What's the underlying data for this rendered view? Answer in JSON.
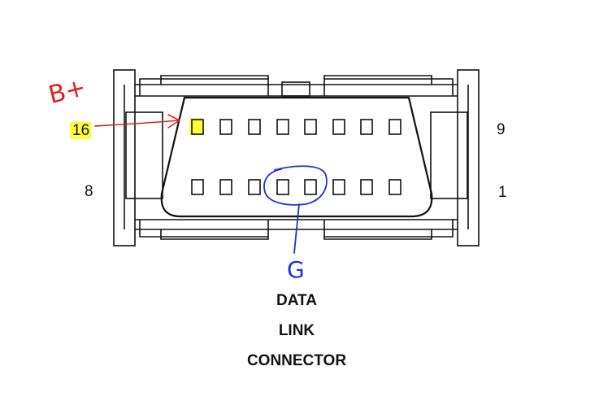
{
  "pin_labels": {
    "top_left": "16",
    "top_right": "9",
    "bottom_left": "8",
    "bottom_right": "1"
  },
  "title_lines": [
    "DATA",
    "LINK",
    "CONNECTOR"
  ],
  "annotations": {
    "b_plus": "B+",
    "ground": "G"
  },
  "colors": {
    "outline": "#111111",
    "highlight": "#ffff33",
    "red_annotation": "#e02020",
    "blue_annotation": "#1a33d6"
  }
}
